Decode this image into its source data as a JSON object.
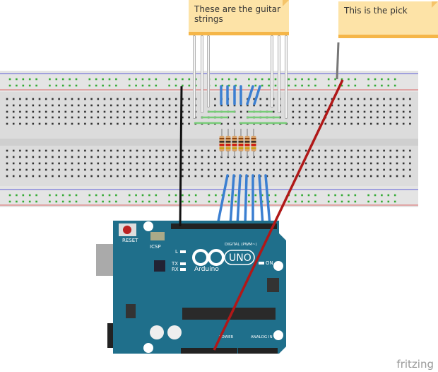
{
  "notes": [
    {
      "text": "These are the guitar strings"
    },
    {
      "text": "This is the pick"
    }
  ],
  "arduino": {
    "reset_label": "RESET",
    "icsp_label": "ICSP",
    "logo_text": "Arduino",
    "model": "UNO",
    "digital_label": "DIGITAL (PWM~)",
    "power_label": "POWER",
    "analog_label": "ANALOG IN",
    "led_l": "L",
    "led_tx": "TX",
    "led_rx": "RX",
    "led_on": "ON"
  },
  "colors": {
    "board": "#1f6f8b",
    "breadboard": "#d9d9d9",
    "wire_blue": "#3b7fd1",
    "wire_red": "#b01818",
    "wire_black": "#111111",
    "wire_white": "#f4f4f4",
    "note": "#fde3a7"
  },
  "watermark": "fritzing"
}
